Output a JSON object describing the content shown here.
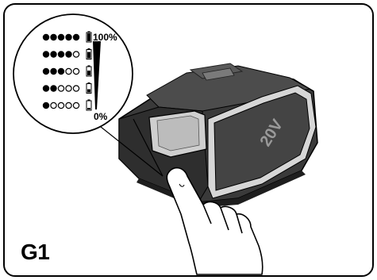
{
  "figure": {
    "label": "G1"
  },
  "charge_indicator": {
    "max_label": "100%",
    "min_label": "0%",
    "levels": [
      {
        "lit_leds": 5,
        "total_leds": 5,
        "battery_fill": 1.0
      },
      {
        "lit_leds": 4,
        "total_leds": 5,
        "battery_fill": 0.8
      },
      {
        "lit_leds": 3,
        "total_leds": 5,
        "battery_fill": 0.6
      },
      {
        "lit_leds": 2,
        "total_leds": 5,
        "battery_fill": 0.4
      },
      {
        "lit_leds": 1,
        "total_leds": 5,
        "battery_fill": 0.2
      }
    ]
  },
  "battery": {
    "voltage_marking": "20V"
  },
  "colors": {
    "outline": "#000000",
    "battery_body": "#3a3a3a",
    "battery_top": "#4c4c4c",
    "battery_rim": "#d6d6d6",
    "button_panel": "#cfcfcf"
  }
}
